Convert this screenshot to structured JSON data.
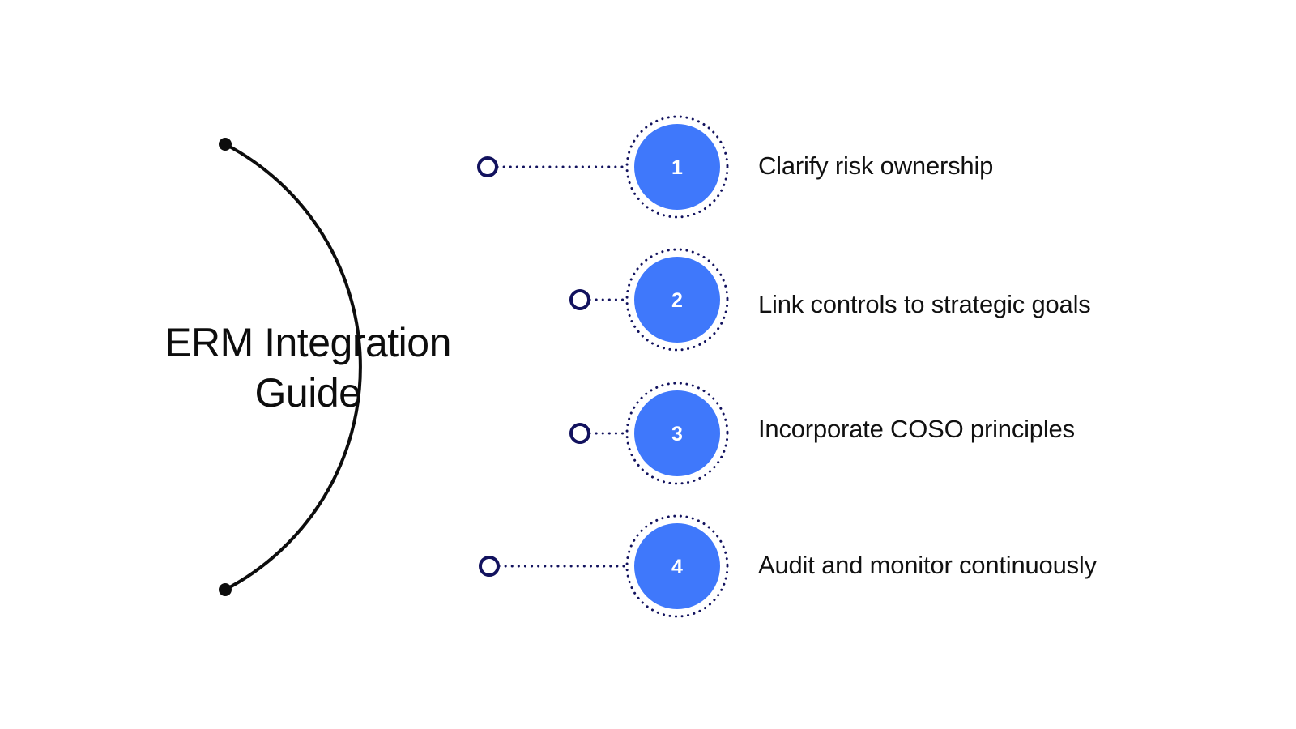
{
  "title_line1": "ERM Integration",
  "title_line2": "Guide",
  "colors": {
    "arc": "#0d0d0d",
    "node_outline": "#12125e",
    "connector": "#12125e",
    "step_fill": "#3f78fb",
    "step_number": "#ffffff"
  },
  "steps": [
    {
      "number": "1",
      "label": "Clarify risk ownership"
    },
    {
      "number": "2",
      "label": "Link controls to strategic goals"
    },
    {
      "number": "3",
      "label": "Incorporate COSO principles"
    },
    {
      "number": "4",
      "label": "Audit and monitor continuously"
    }
  ]
}
